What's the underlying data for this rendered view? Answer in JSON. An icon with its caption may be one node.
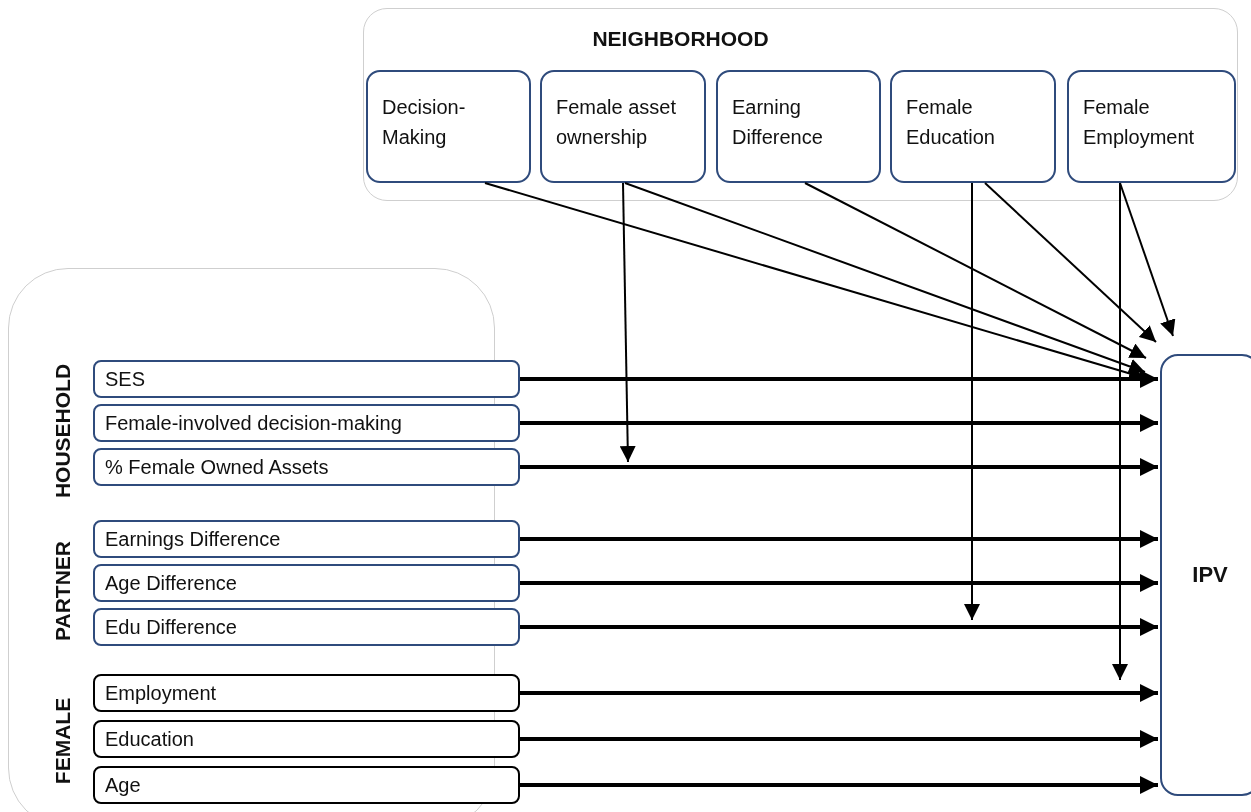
{
  "diagram": {
    "nodes": [
      {
        "text": [
          "NEIGHBORHOOD"
        ]
      },
      {
        "text": [
          "Decision-Making"
        ],
        "in": 0
      },
      {
        "text": [
          "Female asset ownership"
        ],
        "in": 0
      },
      {
        "text": [
          "Earning Difference"
        ],
        "in": 0
      },
      {
        "text": [
          "Female Education"
        ],
        "in": 0
      },
      {
        "text": [
          "Female Employment"
        ],
        "in": 0
      },
      {
        "text": [
          "HOUSEHOLD",
          "PARTNER",
          "FEMALE"
        ]
      },
      {
        "text": [
          "SES"
        ]
      },
      {
        "text": [
          "Female-involved decision-making"
        ]
      },
      {
        "text": [
          "% Female Owned Assets"
        ]
      },
      {
        "text": [
          "Earnings Difference"
        ]
      },
      {
        "text": [
          "Age Difference"
        ]
      },
      {
        "text": [
          "Edu Difference"
        ]
      },
      {
        "text": [
          "Employment"
        ]
      },
      {
        "text": [
          "Education"
        ]
      },
      {
        "text": [
          "Age"
        ]
      },
      {
        "text": [
          "IPV"
        ]
      }
    ],
    "edges": [
      {
        "from": 1,
        "to": 16,
        "arrow": "to"
      },
      {
        "from": 2,
        "to": 16,
        "arrow": "to"
      },
      {
        "from": 3,
        "to": 16,
        "arrow": "to"
      },
      {
        "from": 4,
        "to": 16,
        "arrow": "to"
      },
      {
        "from": 5,
        "to": 16,
        "arrow": "to"
      },
      {
        "from": 2,
        "to": null,
        "arrow": "to"
      },
      {
        "from": 4,
        "to": null,
        "arrow": "to"
      },
      {
        "from": 5,
        "to": null,
        "arrow": "to"
      },
      {
        "from": 7,
        "to": 16,
        "arrow": "to"
      },
      {
        "from": 8,
        "to": 16,
        "arrow": "to"
      },
      {
        "from": 9,
        "to": 16,
        "arrow": "to"
      },
      {
        "from": 10,
        "to": 16,
        "arrow": "to"
      },
      {
        "from": 11,
        "to": 16,
        "arrow": "to"
      },
      {
        "from": 12,
        "to": 16,
        "arrow": "to"
      },
      {
        "from": 13,
        "to": 16,
        "arrow": "to"
      },
      {
        "from": 14,
        "to": 16,
        "arrow": "to"
      },
      {
        "from": 15,
        "to": 16,
        "arrow": "to"
      }
    ]
  }
}
